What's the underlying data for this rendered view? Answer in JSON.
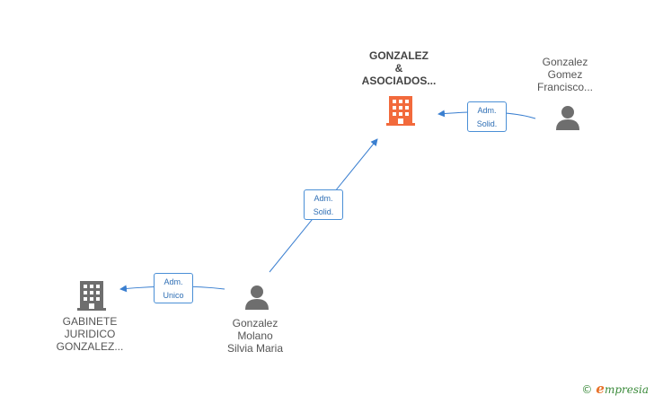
{
  "colors": {
    "edge": "#3a7fd0",
    "main_company": "#f26a3c",
    "company": "#6e6e6e",
    "person": "#6e6e6e"
  },
  "nodes": {
    "main_company": {
      "icon": "building-icon",
      "lines": [
        "GONZALEZ",
        "&",
        "ASOCIADOS..."
      ]
    },
    "gabinete": {
      "icon": "building-icon",
      "lines": [
        "GABINETE",
        "JURIDICO",
        "GONZALEZ..."
      ]
    },
    "person_francisco": {
      "icon": "person-icon",
      "lines": [
        "Gonzalez",
        "Gomez",
        "Francisco..."
      ]
    },
    "person_silvia": {
      "icon": "person-icon",
      "lines": [
        "Gonzalez",
        "Molano",
        "Silvia Maria"
      ]
    }
  },
  "edges": {
    "francisco_to_main": {
      "lines": [
        "Adm.",
        "Solid."
      ]
    },
    "silvia_to_main": {
      "lines": [
        "Adm.",
        "Solid."
      ]
    },
    "silvia_to_gabinete": {
      "lines": [
        "Adm.",
        "Unico"
      ]
    }
  },
  "brand": {
    "copyright": "©",
    "initial": "e",
    "rest": "mpresia"
  }
}
